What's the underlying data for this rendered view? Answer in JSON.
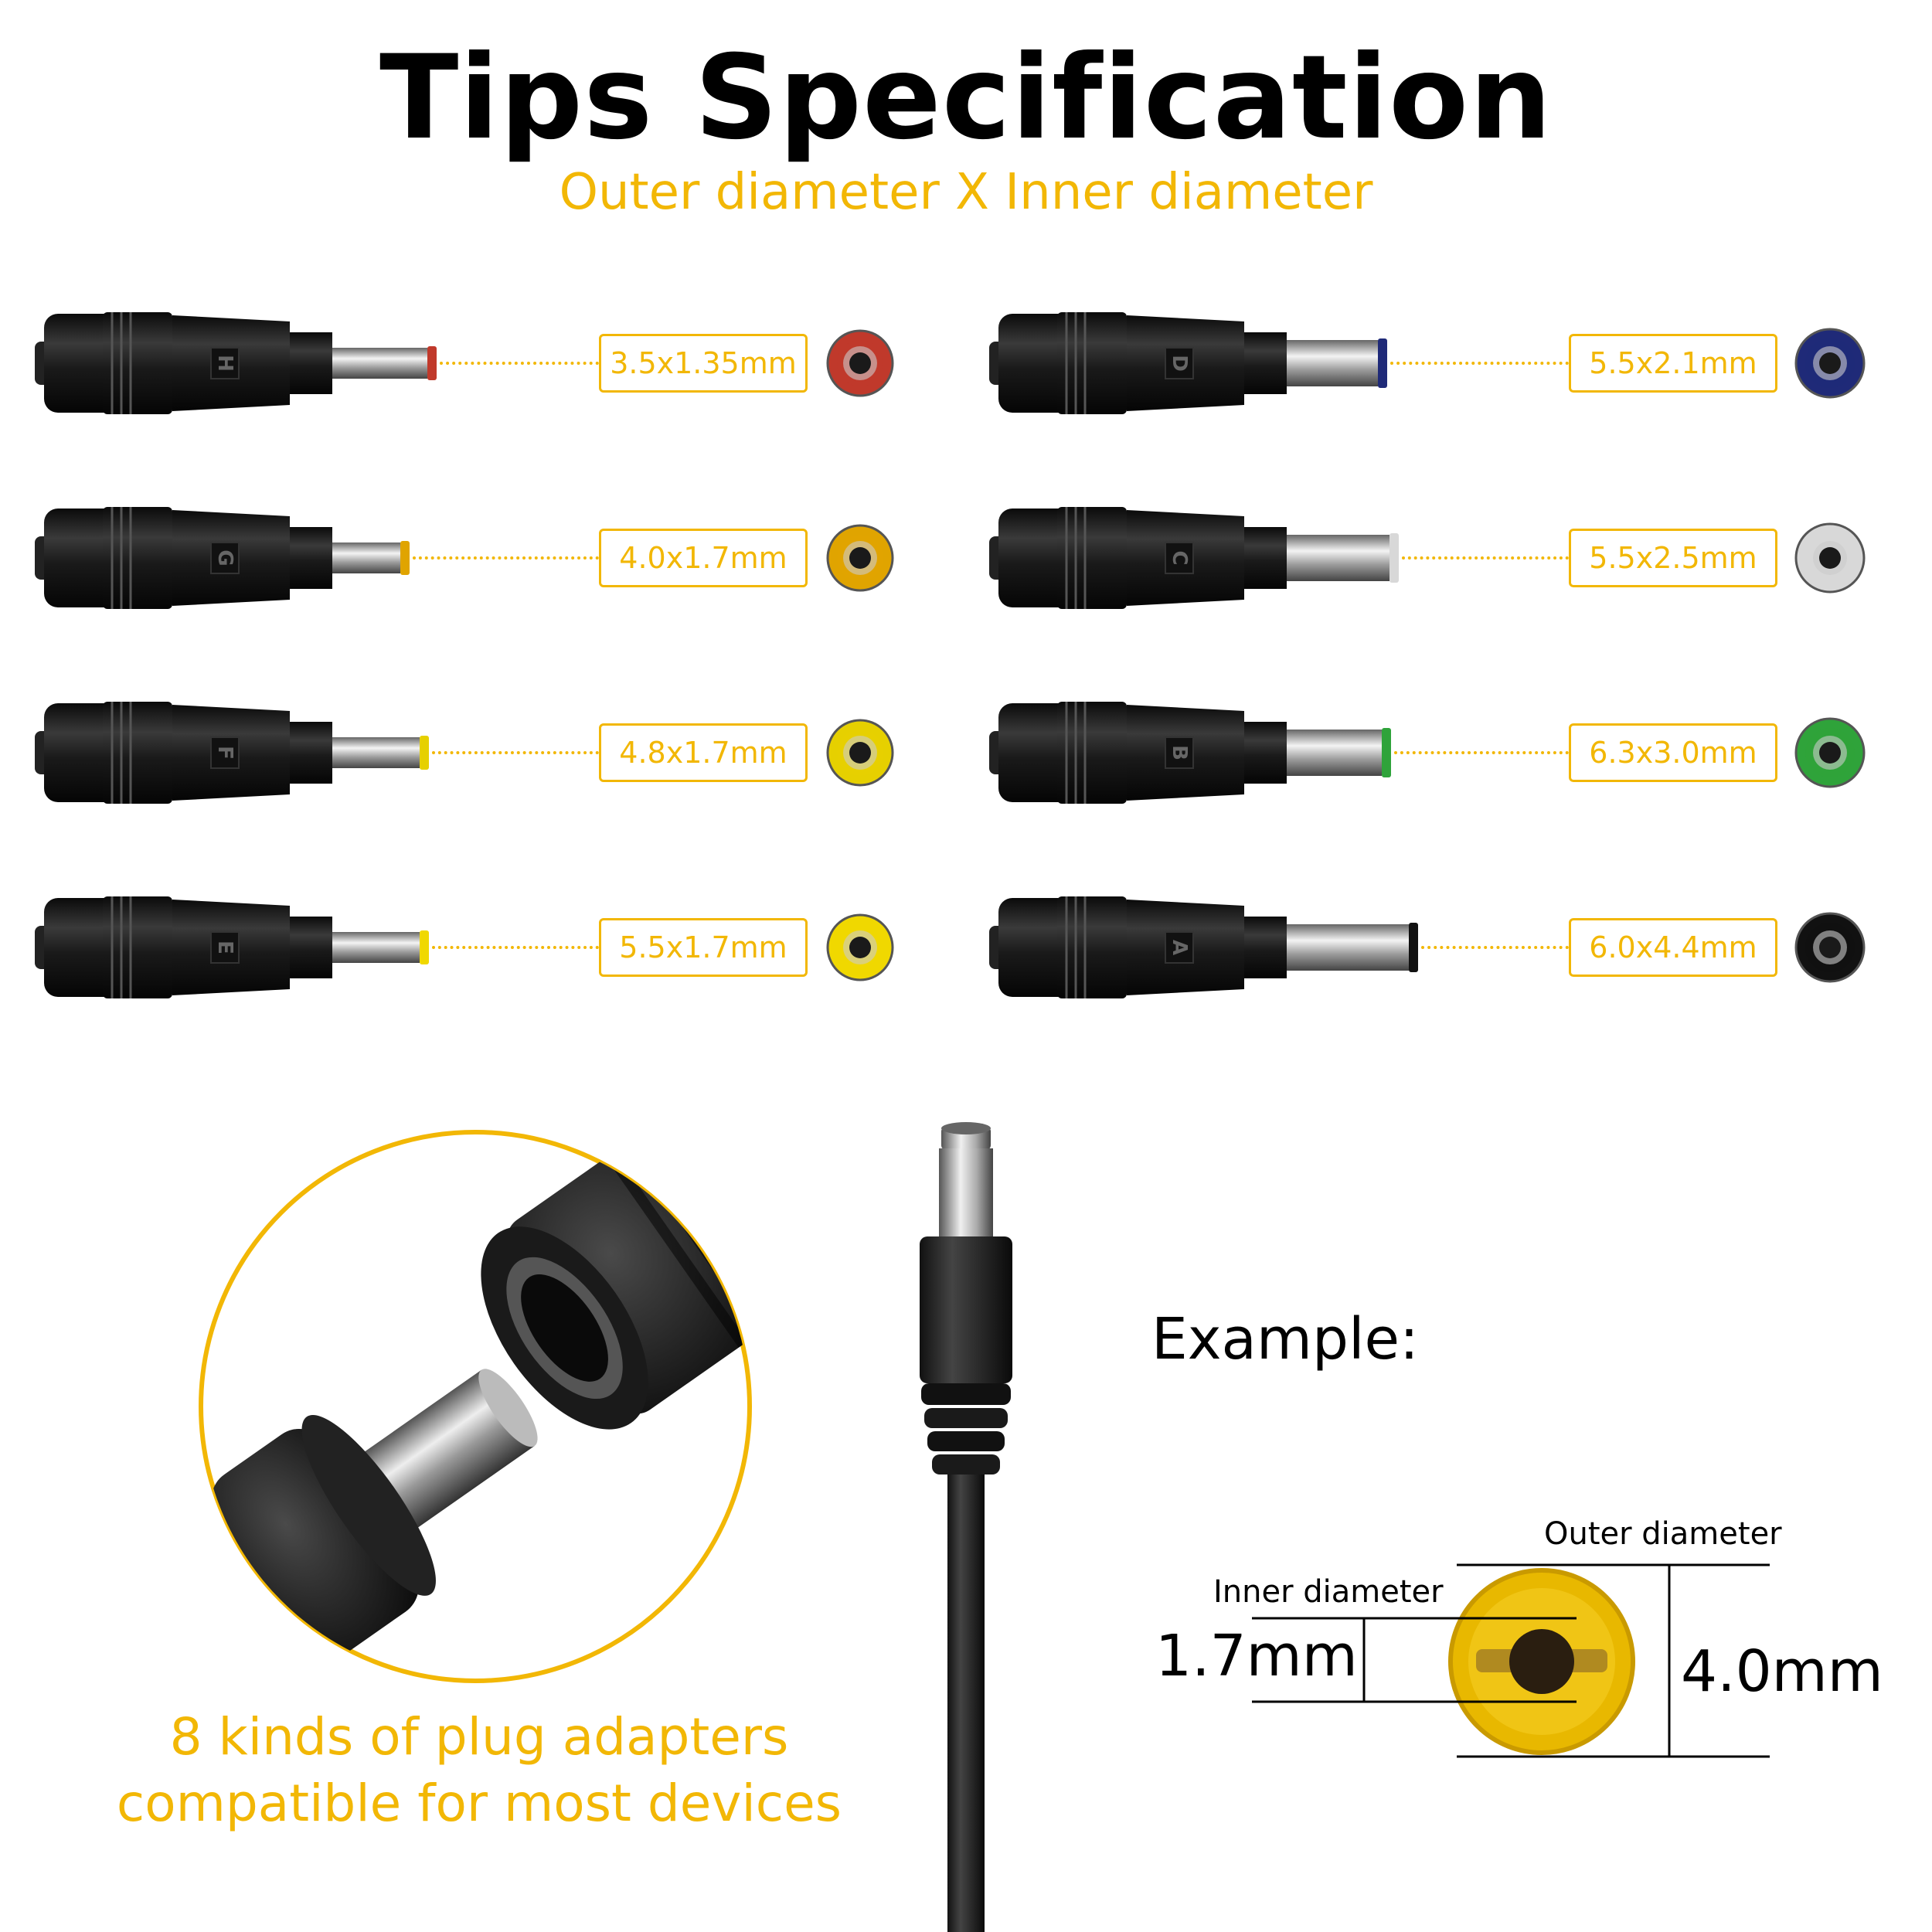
{
  "title": "Tips Specification",
  "subtitle": "Outer diameter X Inner diameter",
  "colors": {
    "accent": "#f2b705"
  },
  "tips": [
    {
      "letter": "H",
      "size": "3.5x1.35mm",
      "color": "#c0392b"
    },
    {
      "letter": "G",
      "size": "4.0x1.7mm",
      "color": "#e0a400"
    },
    {
      "letter": "F",
      "size": "4.8x1.7mm",
      "color": "#e6d000"
    },
    {
      "letter": "E",
      "size": "5.5x1.7mm",
      "color": "#f0d800"
    },
    {
      "letter": "D",
      "size": "5.5x2.1mm",
      "color": "#1f2a78"
    },
    {
      "letter": "C",
      "size": "5.5x2.5mm",
      "color": "#d8d8d8"
    },
    {
      "letter": "B",
      "size": "6.3x3.0mm",
      "color": "#2fa33a"
    },
    {
      "letter": "A",
      "size": "6.0x4.4mm",
      "color": "#111111"
    }
  ],
  "lead": {
    "line1": "8 kinds of plug adapters",
    "line2": "compatible for most devices"
  },
  "example": {
    "title": "Example:",
    "outer_label": "Outer diameter",
    "inner_label": "Inner diameter",
    "inner_value": "1.7mm",
    "outer_value": "4.0mm"
  }
}
